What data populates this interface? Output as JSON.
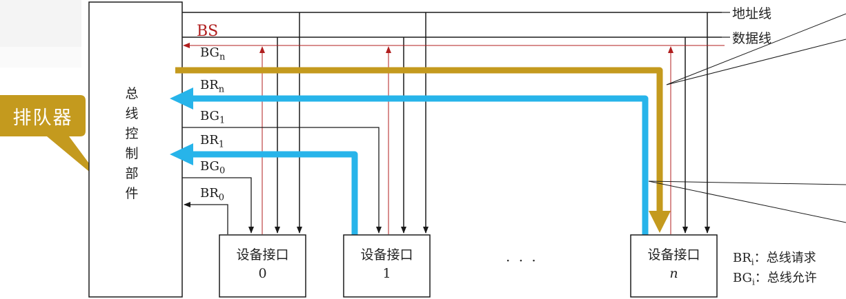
{
  "callout": {
    "label": "排队器"
  },
  "controller": {
    "chars": [
      "总",
      "线",
      "控",
      "制",
      "部",
      "件"
    ]
  },
  "bus": {
    "bs_label": "BS",
    "address_label": "地址线",
    "data_label": "数据线"
  },
  "signals": [
    {
      "base": "BG",
      "sub": "n"
    },
    {
      "base": "BR",
      "sub": "n"
    },
    {
      "base": "BG",
      "sub": "1"
    },
    {
      "base": "BR",
      "sub": "1"
    },
    {
      "base": "BG",
      "sub": "0"
    },
    {
      "base": "BR",
      "sub": "0"
    }
  ],
  "devices": [
    {
      "name": "设备接口",
      "index": "0"
    },
    {
      "name": "设备接口",
      "index": "1"
    },
    {
      "name": "设备接口",
      "index": "n"
    }
  ],
  "ellipsis": "· · ·",
  "legend": [
    {
      "abbr": "BR",
      "sub": "i",
      "text": "：总线请求"
    },
    {
      "abbr": "BG",
      "sub": "i",
      "text": "：总线允许"
    }
  ],
  "colors": {
    "grant_path": "#c49a1e",
    "request_path": "#27b4ea",
    "bs_line": "#b01e1e",
    "callout": "#c49a1e"
  }
}
